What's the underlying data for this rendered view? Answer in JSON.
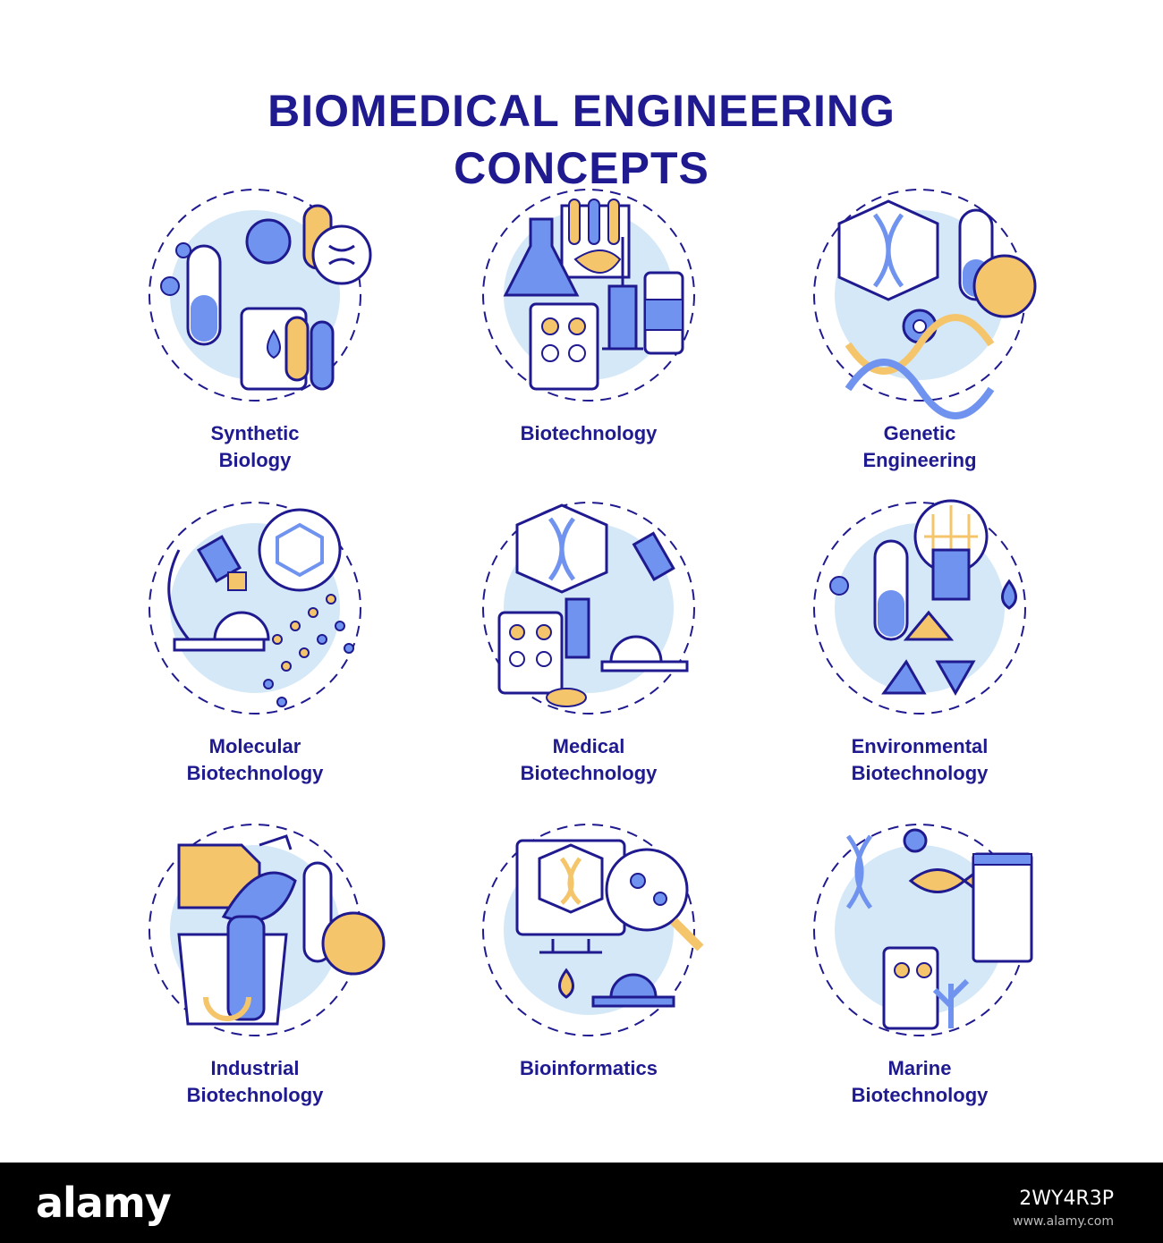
{
  "title": {
    "line1": "BIOMEDICAL ENGINEERING",
    "line2": "CONCEPTS"
  },
  "colors": {
    "navy": "#1f1a8f",
    "blue": "#6f93ee",
    "light_blue": "#d5e8f7",
    "yellow": "#f5c56b"
  },
  "concepts": [
    {
      "line1": "Synthetic",
      "line2": "Biology",
      "icon": "synthetic-biology-icon"
    },
    {
      "line1": "Biotechnology",
      "line2": "",
      "icon": "biotechnology-icon"
    },
    {
      "line1": "Genetic",
      "line2": "Engineering",
      "icon": "genetic-engineering-icon"
    },
    {
      "line1": "Molecular",
      "line2": "Biotechnology",
      "icon": "molecular-biotechnology-icon"
    },
    {
      "line1": "Medical",
      "line2": "Biotechnology",
      "icon": "medical-biotechnology-icon"
    },
    {
      "line1": "Environmental",
      "line2": "Biotechnology",
      "icon": "environmental-biotechnology-icon"
    },
    {
      "line1": "Industrial",
      "line2": "Biotechnology",
      "icon": "industrial-biotechnology-icon"
    },
    {
      "line1": "Bioinformatics",
      "line2": "",
      "icon": "bioinformatics-icon"
    },
    {
      "line1": "Marine",
      "line2": "Biotechnology",
      "icon": "marine-biotechnology-icon"
    }
  ],
  "footer": {
    "brand": "alamy",
    "image_id": "2WY4R3P",
    "url": "www.alamy.com"
  }
}
